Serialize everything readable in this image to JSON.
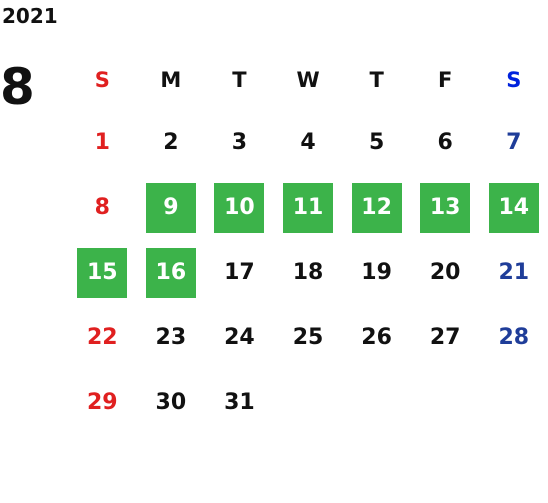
{
  "calendar": {
    "year": "2021",
    "month": "8",
    "weekdays": [
      "S",
      "M",
      "T",
      "W",
      "T",
      "F",
      "S"
    ],
    "weeks": [
      [
        "",
        "",
        "",
        "",
        "",
        "",
        ""
      ],
      [
        "1",
        "2",
        "3",
        "4",
        "5",
        "6",
        "7"
      ],
      [
        "8",
        "9",
        "10",
        "11",
        "12",
        "13",
        "14"
      ],
      [
        "15",
        "16",
        "17",
        "18",
        "19",
        "20",
        "21"
      ],
      [
        "22",
        "23",
        "24",
        "25",
        "26",
        "27",
        "28"
      ],
      [
        "29",
        "30",
        "31",
        "",
        "",
        "",
        ""
      ]
    ],
    "highlighted_days": [
      "9",
      "10",
      "11",
      "12",
      "13",
      "14",
      "15",
      "16"
    ]
  },
  "colors": {
    "highlight": "#3cb34a",
    "sunday": "#e02020",
    "saturday": "#1f3d99",
    "saturday_header": "#0022dd"
  }
}
